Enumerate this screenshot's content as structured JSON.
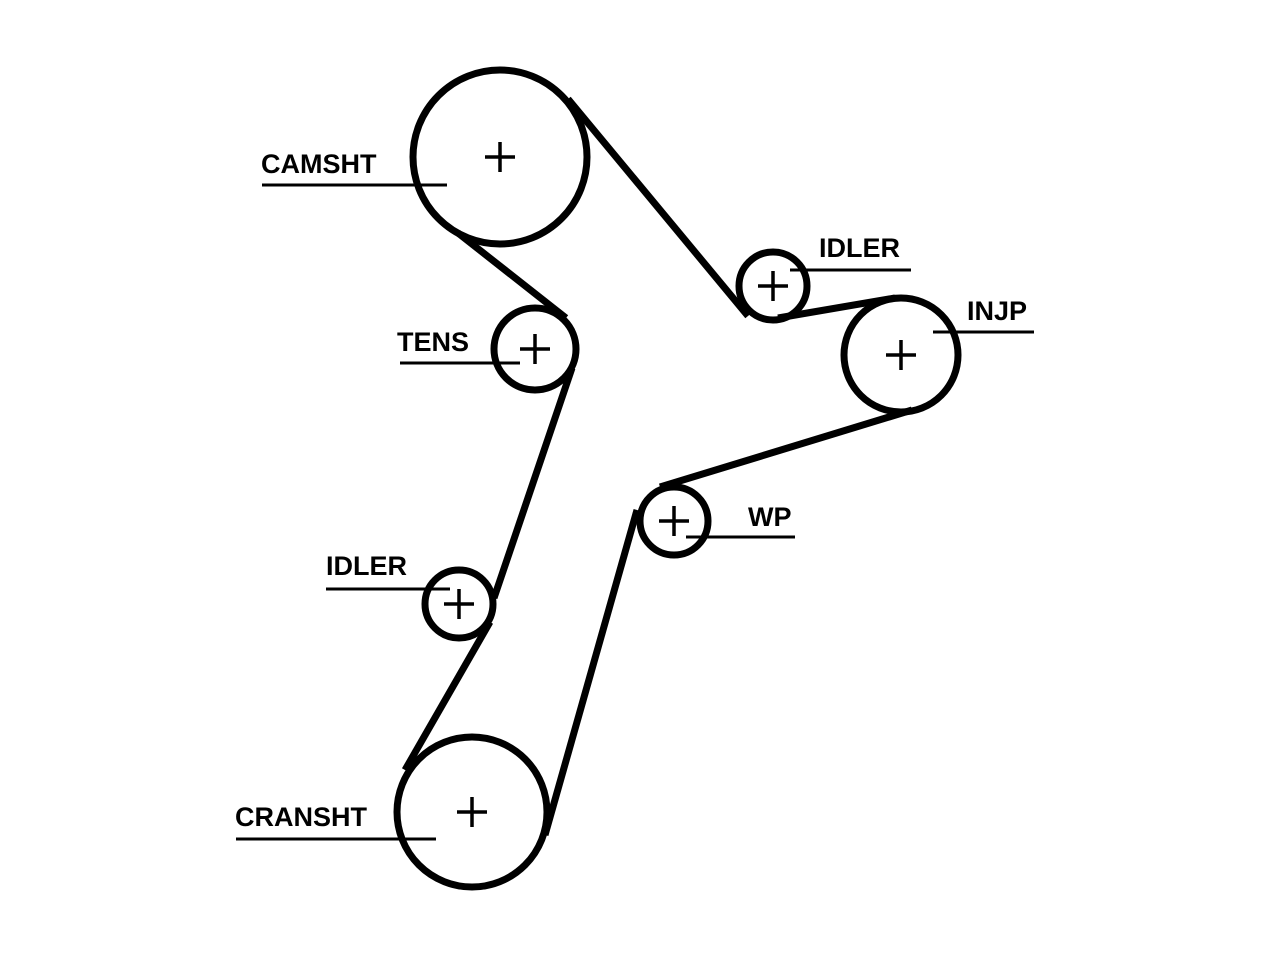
{
  "diagram": {
    "labels": {
      "camshaft": "CAMSHT",
      "idler_upper": "IDLER",
      "injection_pump": "INJP",
      "tensioner": "TENS",
      "water_pump": "WP",
      "idler_lower": "IDLER",
      "crankshaft": "CRANSHT"
    },
    "colors": {
      "line": "#000000",
      "background": "#ffffff"
    }
  }
}
